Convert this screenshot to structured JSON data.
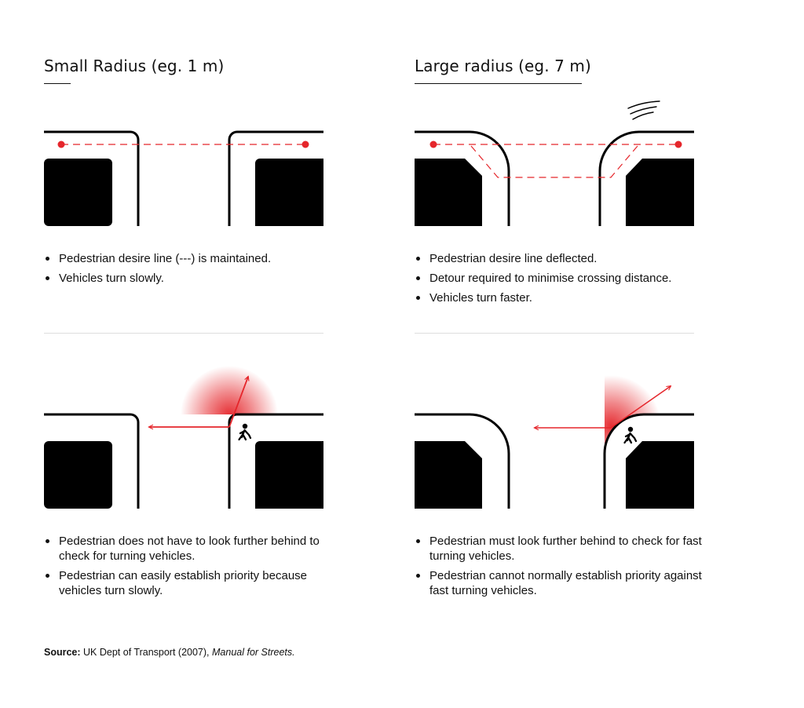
{
  "columns": {
    "small": {
      "title": "Small Radius (eg. 1 m)",
      "panel1_bullets": [
        "Pedestrian desire line (---) is maintained.",
        "Vehicles turn slowly."
      ],
      "panel2_bullets": [
        "Pedestrian does not have to look further behind to check for turning vehicles.",
        "Pedestrian can easily establish priority because vehicles turn slowly."
      ]
    },
    "large": {
      "title": "Large radius (eg. 7 m)",
      "panel1_bullets": [
        "Pedestrian desire line deflected.",
        "Detour required to minimise crossing distance.",
        "Vehicles turn faster."
      ],
      "panel2_bullets": [
        "Pedestrian must look further behind to check for fast turning vehicles.",
        "Pedestrian cannot normally establish priority against fast turning vehicles."
      ]
    }
  },
  "source": {
    "label": "Source:",
    "text": "UK Dept of Transport (2007),",
    "publication": "Manual for Streets."
  },
  "colors": {
    "accent": "#e5262b",
    "ink": "#000000",
    "divider": "#dedede"
  },
  "icons": [
    "pedestrian-icon",
    "motion-lines-icon",
    "arrow-icon"
  ]
}
